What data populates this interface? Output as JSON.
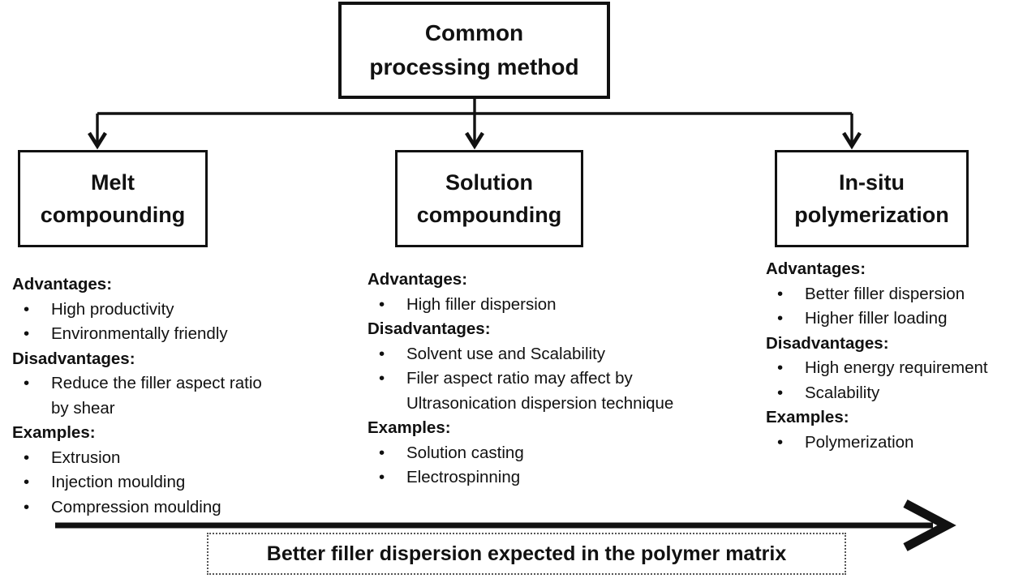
{
  "diagram": {
    "title_node": "Common\nprocessing method",
    "branches": [
      {
        "title": "Melt\ncompounding",
        "sections": [
          {
            "heading": "Advantages:",
            "items": [
              "High productivity",
              "Environmentally friendly"
            ]
          },
          {
            "heading": "Disadvantages:",
            "items": [
              "Reduce the filler aspect ratio\nby shear"
            ]
          },
          {
            "heading": "Examples:",
            "items": [
              "Extrusion",
              "Injection moulding",
              "Compression moulding"
            ]
          }
        ]
      },
      {
        "title": "Solution\ncompounding",
        "sections": [
          {
            "heading": "Advantages:",
            "items": [
              "High filler dispersion"
            ]
          },
          {
            "heading": "Disadvantages:",
            "items": [
              "Solvent use and Scalability",
              "Filer aspect ratio may affect by\nUltrasonication dispersion technique"
            ]
          },
          {
            "heading": "Examples:",
            "items": [
              "Solution casting",
              "Electrospinning"
            ]
          }
        ]
      },
      {
        "title": "In-situ\npolymerization",
        "sections": [
          {
            "heading": "Advantages:",
            "items": [
              "Better filler dispersion",
              "Higher filler loading"
            ]
          },
          {
            "heading": "Disadvantages:",
            "items": [
              "High energy requirement",
              "Scalability"
            ]
          },
          {
            "heading": "Examples:",
            "items": [
              "Polymerization"
            ]
          }
        ]
      }
    ],
    "footer_arrow_label": "Better filler dispersion expected in the polymer matrix"
  },
  "colors": {
    "ink": "#111111",
    "background": "#ffffff"
  }
}
